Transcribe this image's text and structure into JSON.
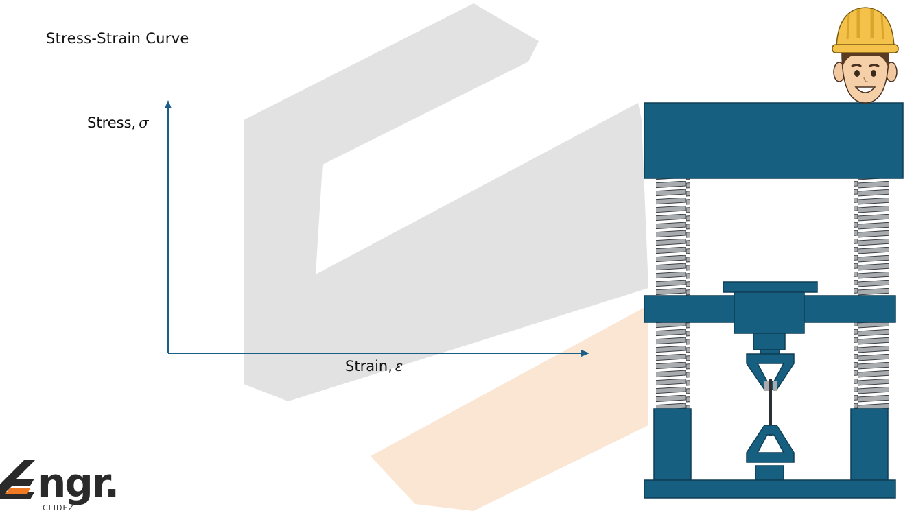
{
  "slide": {
    "title": "Stress-Strain Curve"
  },
  "axes": {
    "y_label": "Stress,",
    "y_symbol": "σ",
    "x_label": "Strain,",
    "x_symbol": "ε",
    "color": "#1a5f8a"
  },
  "machine": {
    "color": "#165f80",
    "screw_color": "#a9acaf"
  },
  "logo": {
    "text": "ngr.",
    "subtext": "CLIDEZ",
    "accent": "#f07a23"
  },
  "icons": {
    "avatar": "engineer-avatar-icon"
  }
}
